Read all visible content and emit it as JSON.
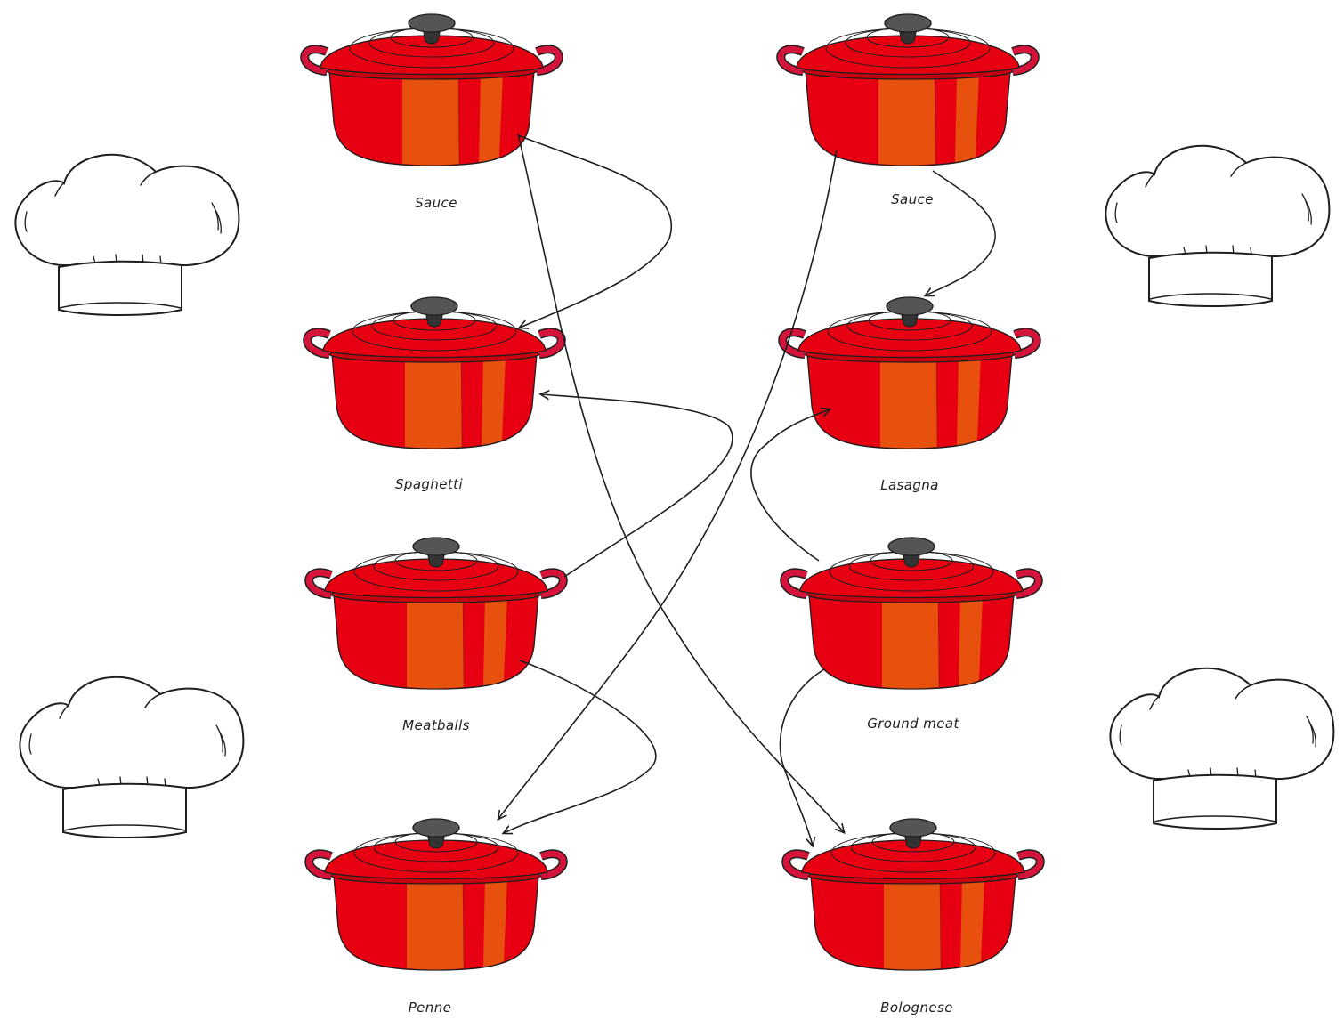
{
  "colors": {
    "pot_body": "#e60012",
    "pot_stripe": "#e8500e",
    "pot_handle": "#d4143a",
    "knob": "#555555",
    "outline": "#1e1e1e"
  },
  "icons": {
    "pot": "cast-iron-pot-icon",
    "hat": "chef-hat-icon"
  },
  "pots": [
    {
      "id": "sauce-left",
      "label": "Sauce"
    },
    {
      "id": "spaghetti",
      "label": "Spaghetti"
    },
    {
      "id": "meatballs",
      "label": "Meatballs"
    },
    {
      "id": "penne",
      "label": "Penne"
    },
    {
      "id": "sauce-right",
      "label": "Sauce"
    },
    {
      "id": "lasagna",
      "label": "Lasagna"
    },
    {
      "id": "ground-meat",
      "label": "Ground meat"
    },
    {
      "id": "bolognese",
      "label": "Bolognese"
    }
  ],
  "arrows": [
    {
      "from": "sauce-left",
      "to": "spaghetti"
    },
    {
      "from": "sauce-left",
      "to": "bolognese"
    },
    {
      "from": "meatballs",
      "to": "spaghetti"
    },
    {
      "from": "meatballs",
      "to": "penne"
    },
    {
      "from": "sauce-right",
      "to": "lasagna"
    },
    {
      "from": "sauce-right",
      "to": "penne"
    },
    {
      "from": "ground-meat",
      "to": "lasagna"
    },
    {
      "from": "ground-meat",
      "to": "bolognese"
    }
  ]
}
